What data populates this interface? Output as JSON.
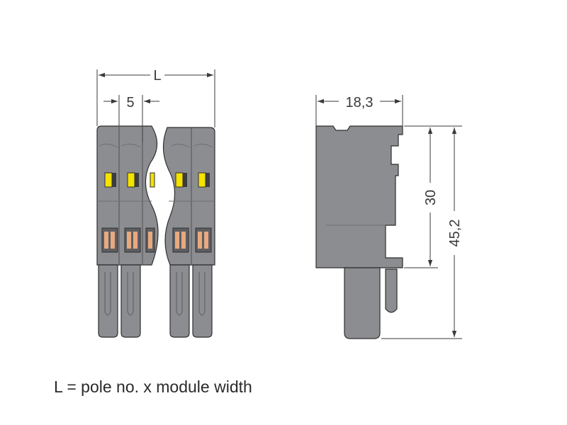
{
  "dimensions": {
    "overall_length_label": "L",
    "pitch_label": "5",
    "depth_label": "18,3",
    "body_height_label": "30",
    "total_height_label": "45,2"
  },
  "caption": "L = pole no. x module width",
  "colors": {
    "housing": "#8c8d90",
    "housing_dark": "#6e6f72",
    "latch_yellow": "#f4e200",
    "contact_orange": "#e7a980",
    "dimension_line": "#3a3a3a",
    "outline": "#2f2f2f"
  }
}
